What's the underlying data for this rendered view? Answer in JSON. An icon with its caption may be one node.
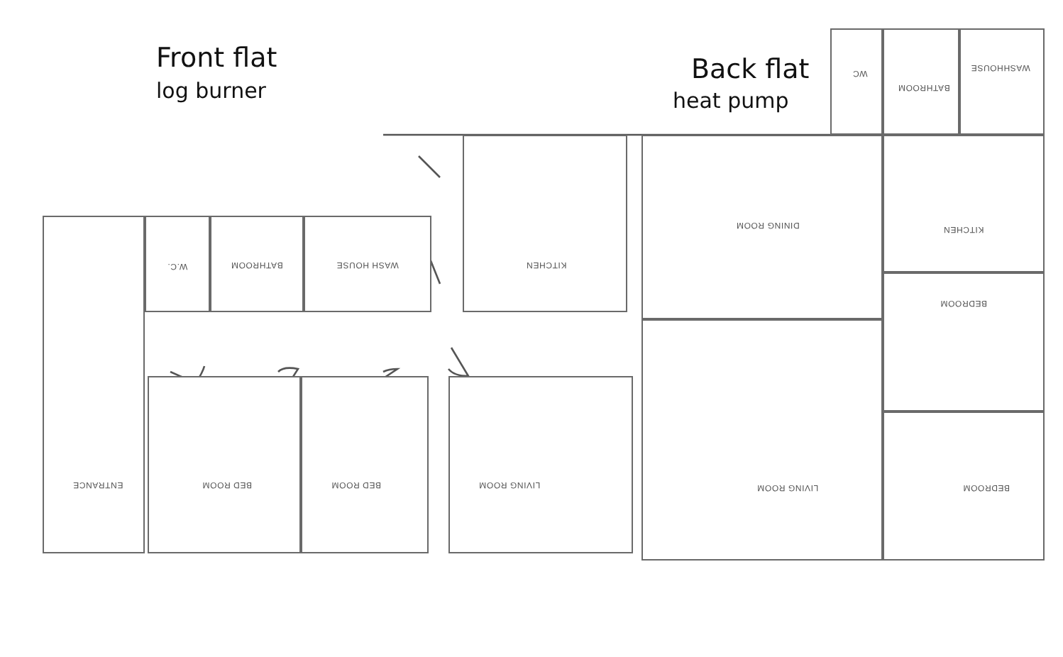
{
  "diagram": {
    "nodes": [
      {
        "text": [
          "ENTRANCE"
        ]
      },
      {
        "text": [
          "W.C."
        ]
      },
      {
        "text": [
          "BATHROOM"
        ]
      },
      {
        "text": [
          "WASH HOUSE"
        ]
      },
      {
        "text": [
          "KITCHEN"
        ]
      },
      {
        "text": [
          "BED ROOM"
        ]
      },
      {
        "text": [
          "BED ROOM"
        ]
      },
      {
        "text": [
          "LIVING ROOM"
        ]
      },
      {
        "text": [
          "WC"
        ]
      },
      {
        "text": [
          "BATHROOM"
        ]
      },
      {
        "text": [
          "WASHHOUSE"
        ]
      },
      {
        "text": [
          "DINING ROOM"
        ]
      },
      {
        "text": [
          "KITCHEN"
        ]
      },
      {
        "text": [
          "BEDROOM"
        ]
      },
      {
        "text": [
          "LIVING ROOM"
        ]
      },
      {
        "text": [
          "BEDROOM"
        ]
      }
    ],
    "labels": [
      "Front flat",
      "log burner",
      "Back flat",
      "heat pump"
    ]
  }
}
